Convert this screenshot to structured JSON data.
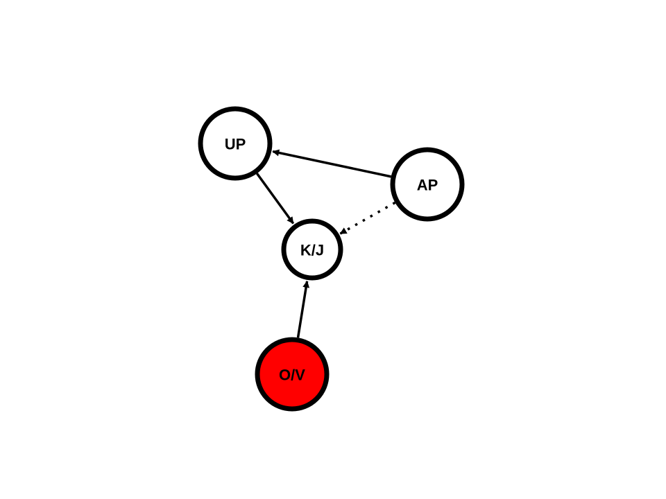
{
  "colors": {
    "stroke": "#000000",
    "default_fill": "#ffffff",
    "highlight_fill": "#ff0000"
  },
  "nodes": [
    {
      "id": "up",
      "label": "UP",
      "fill": "#ffffff"
    },
    {
      "id": "ap",
      "label": "AP",
      "fill": "#ffffff"
    },
    {
      "id": "kj",
      "label": "K/J",
      "fill": "#ffffff"
    },
    {
      "id": "ov",
      "label": "O/V",
      "fill": "#ff0000"
    }
  ],
  "edges": [
    {
      "from": "ap",
      "to": "up",
      "style": "solid"
    },
    {
      "from": "up",
      "to": "kj",
      "style": "solid"
    },
    {
      "from": "ap",
      "to": "kj",
      "style": "dotted"
    },
    {
      "from": "ov",
      "to": "kj",
      "style": "solid"
    }
  ]
}
